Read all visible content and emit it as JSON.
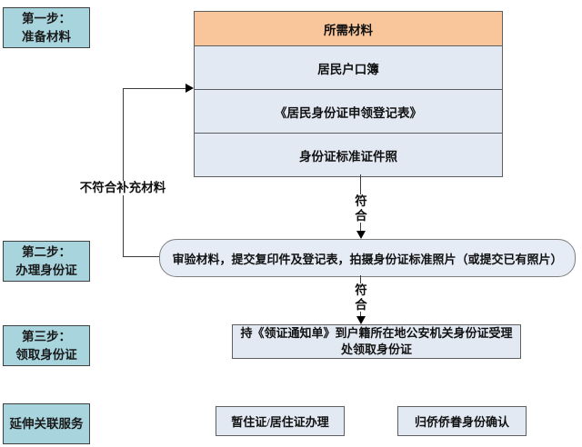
{
  "steps": [
    {
      "line1": "第一步：",
      "line2": "准备材料"
    },
    {
      "line1": "第二步：",
      "line2": "办理身份证"
    },
    {
      "line1": "第三步：",
      "line2": "领取身份证"
    }
  ],
  "services_header": "延伸关联服务",
  "materials_table": {
    "header": "所需材料",
    "rows": [
      "居民户口簿",
      "《居民身份证申领登记表》",
      "身份证标准证件照"
    ]
  },
  "flow": {
    "fail_label": "不符合补充材料",
    "pass_label_1": "符合",
    "pass_label_2": "符合",
    "process_box": "审验材料，提交复印件及登记表，拍摄身份证标准照片（或提交已有照片）",
    "receive_box": "持《领证通知单》到户籍所在地公安机关身份证受理处领取身份证"
  },
  "services": [
    "暂住证/居住证办理",
    "归侨侨眷身份确认"
  ],
  "colors": {
    "step_box_fill": "#a8d4de",
    "table_header_fill": "#f9c69c",
    "table_row_fill": "#e3e9f3",
    "process_box_fill": "#e6ecf5",
    "border_dark": "#3f3f3f",
    "border_gray": "#5f5f5f",
    "line": "#3c3c3c",
    "text": "#111111",
    "background": "#ffffff"
  }
}
